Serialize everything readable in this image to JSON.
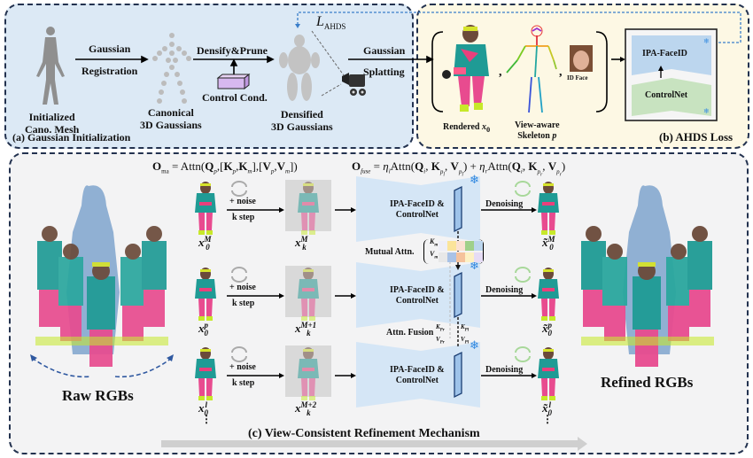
{
  "panel_a": {
    "title": "(a) Gaussian Initialization",
    "mesh_label_1": "Initialized",
    "mesh_label_2": "Cano. Mesh",
    "arrow1_top": "Gaussian",
    "arrow1_bottom": "Registration",
    "canonical_label_1": "Canonical",
    "canonical_label_2": "3D Gaussians",
    "arrow2_top": "Densify&Prune",
    "control_label": "Control Cond.",
    "densified_label_1": "Densified",
    "densified_label_2": "3D Gaussians",
    "loss_symbol": "L",
    "loss_sub": "AHDS",
    "arrow3_top": "Gaussian",
    "arrow3_bottom": "Splatting",
    "bg_color": "#dce9f5"
  },
  "panel_b": {
    "title": "(b) AHDS Loss",
    "rendered_label": "Rendered ",
    "rendered_math": "x",
    "rendered_sub": "0",
    "skeleton_label_1": "View-aware",
    "skeleton_label_2": "Skeleton ",
    "skeleton_math": "p",
    "id_face_label": "ID Face",
    "comma": ",",
    "ipa_label": "IPA-FaceID",
    "controlnet_label": "ControlNet",
    "bg_color": "#fdf8e4",
    "ipa_color": "#bcd6ee",
    "controlnet_color": "#c8e3c0"
  },
  "panel_c": {
    "title": "(c) View-Consistent Refinement Mechanism",
    "formula_ma": "O_ma = Attn(Q_p, [K_p, K_m], [V_p, V_m])",
    "formula_fuse": "O_fuse = η_l Attn(Q_i, K_pl, V_pl) + η_r Attn(Q_i, K_pr, V_pr)",
    "raw_label": "Raw RGBs",
    "refined_label": "Refined RGBs",
    "noise_label": "+ noise",
    "kstep_label": "k step",
    "net_label_1": "IPA-FaceID &",
    "net_label_2": "ControlNet",
    "denoise_label": "Denoising",
    "mutual_label": "Mutual Attn.",
    "fusion_label": "Attn. Fusion",
    "rows": [
      {
        "input": "x",
        "input_sup": "M",
        "input_sub": "0",
        "noisy_sup": "M",
        "noisy_sub": "k",
        "out_sup": "M",
        "out_sub": "0"
      },
      {
        "input": "x",
        "input_sup": "p",
        "input_sub": "0",
        "noisy_sup": "M+1",
        "noisy_sub": "k",
        "out_sup": "p",
        "out_sub": "0"
      },
      {
        "input": "x",
        "input_sup": "l",
        "input_sub": "0",
        "noisy_sup": "M+2",
        "noisy_sub": "k",
        "out_sup": "l",
        "out_sub": "0"
      }
    ],
    "ellipsis": "⋮",
    "mutual_colors_k": [
      "#eeeef8",
      "#fbe49a",
      "#fbe1d2",
      "#9fd08a",
      "#bcd6ee"
    ],
    "mutual_colors_v": [
      "#e8e8e8",
      "#a9c2e6",
      "#f5c29c",
      "#fdf1c4",
      "#e6dcf5"
    ],
    "bg_color": "#f3f3f4",
    "net_color": "#d5e6f6"
  },
  "icons": {
    "snowflake": "❄"
  }
}
